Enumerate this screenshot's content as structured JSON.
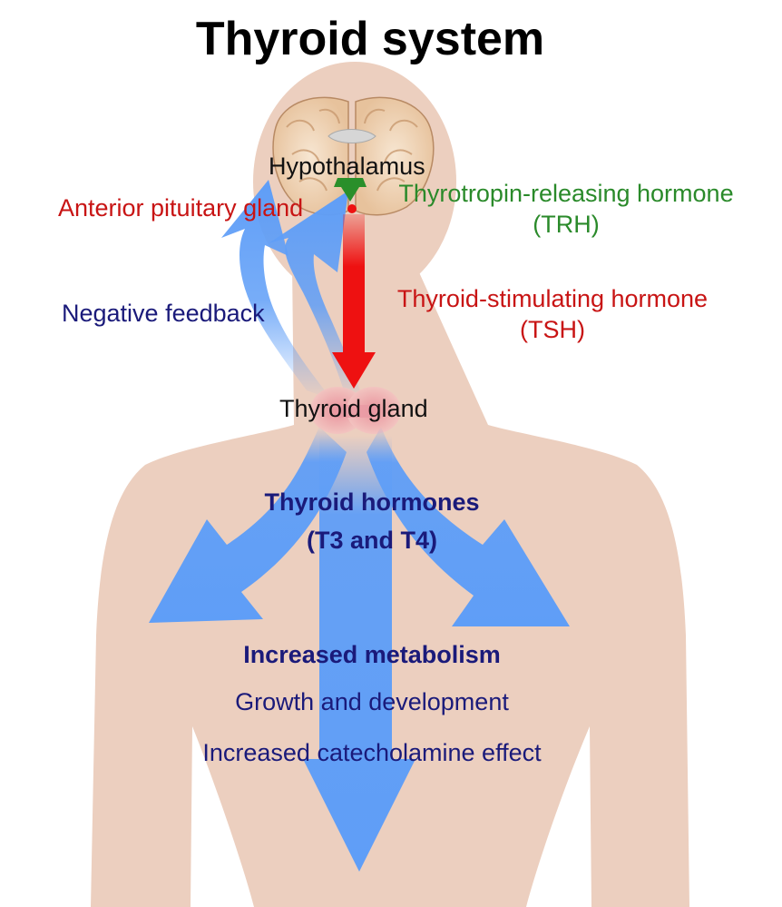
{
  "title": "Thyroid system",
  "labels": {
    "hypothalamus": "Hypothalamus",
    "anterior_pituitary": "Anterior pituitary gland",
    "trh_name": "Thyrotropin-releasing hormone",
    "trh_abbr": "(TRH)",
    "tsh_name": "Thyroid-stimulating hormone",
    "tsh_abbr": "(TSH)",
    "negative_feedback": "Negative feedback",
    "thyroid_gland": "Thyroid gland",
    "hormones_name": "Thyroid hormones",
    "hormones_abbr": "(T3 and T4)",
    "effect_1": "Increased metabolism",
    "effect_2": "Growth and development",
    "effect_3": "Increased catecholamine effect"
  },
  "colors": {
    "body": "#eccfbf",
    "blue_arrow": "#5f9ef7",
    "red_arrow": "#ee1111",
    "green_arrow": "#2a8f2a",
    "navy_text": "#1a1a7a",
    "red_text": "#c81414",
    "green_text": "#2a8a2a"
  }
}
